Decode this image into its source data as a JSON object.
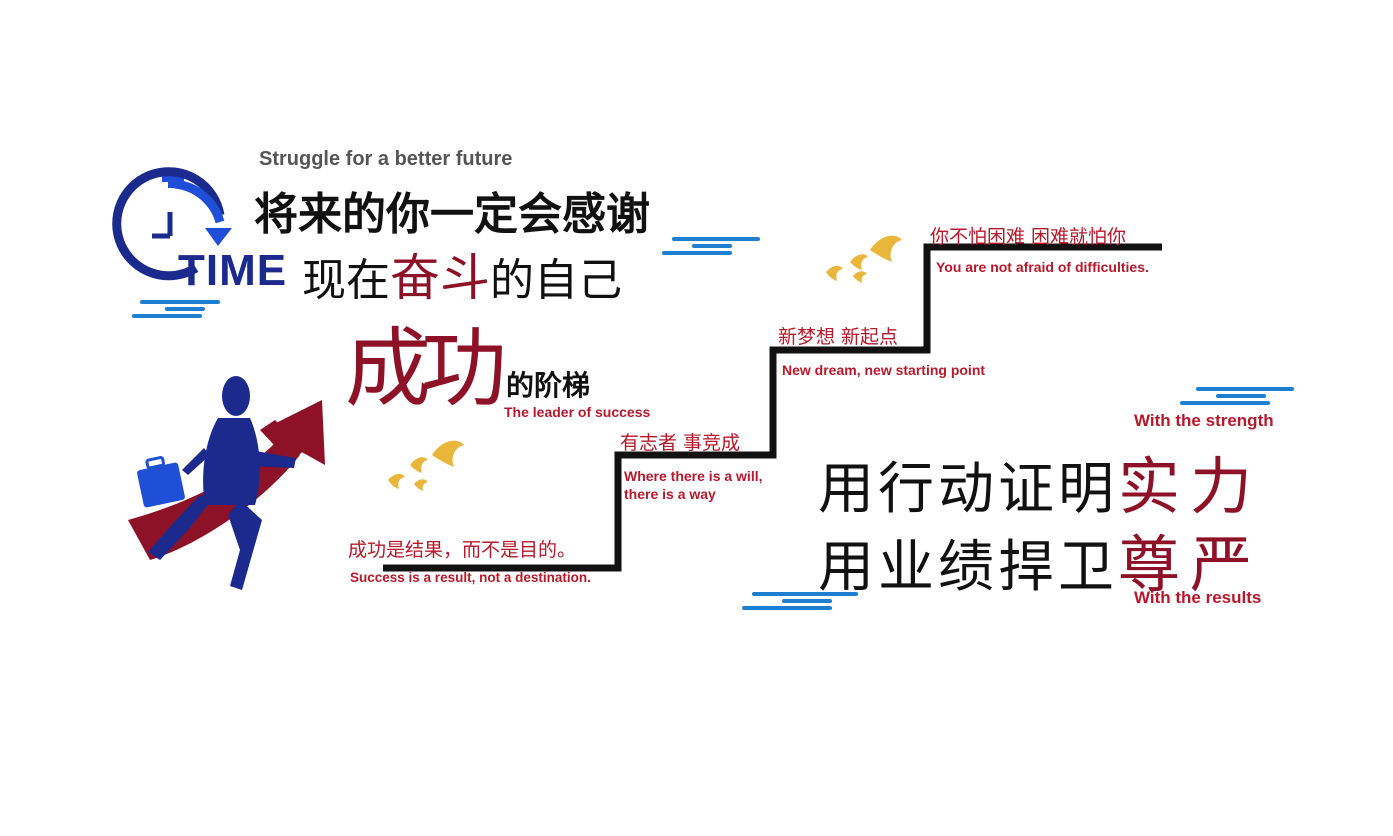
{
  "colors": {
    "red": "#b5192b",
    "dark_red": "#8e1227",
    "navy": "#1b2a8c",
    "blue": "#1f4fd6",
    "cloud_blue": "#1e7fd0",
    "gold": "#e8b63a",
    "black": "#111111"
  },
  "headline": {
    "subtitle_en": "Struggle for a better future",
    "line1": "将来的你一定会感谢",
    "time_word": "TIME",
    "line2_pre": "现在",
    "line2_emph": "奋斗",
    "line2_post": "的自己"
  },
  "success": {
    "big": "成功",
    "suffix": "的阶梯",
    "en": "The leader of success"
  },
  "steps": [
    {
      "cn": "成功是结果，而不是目的。",
      "en": "Success is a result, not a destination."
    },
    {
      "cn": "有志者 事竞成",
      "en_line1": "Where there is a will,",
      "en_line2": "there is a way"
    },
    {
      "cn": "新梦想 新起点",
      "en": "New dream, new starting point"
    },
    {
      "cn": "你不怕困难  困难就怕你",
      "en": "You are not afraid of difficulties."
    }
  ],
  "slogan": {
    "top_en": "With the strength",
    "line1_pre": "用行动证明",
    "line1_emph": "实力",
    "line2_pre": "用业绩捍卫",
    "line2_emph": "尊严",
    "bottom_en": "With the results"
  },
  "icons": [
    "stopwatch-icon",
    "businessman-icon",
    "arrow-up-icon",
    "briefcase-icon",
    "bird-icon",
    "cloud-icon"
  ]
}
